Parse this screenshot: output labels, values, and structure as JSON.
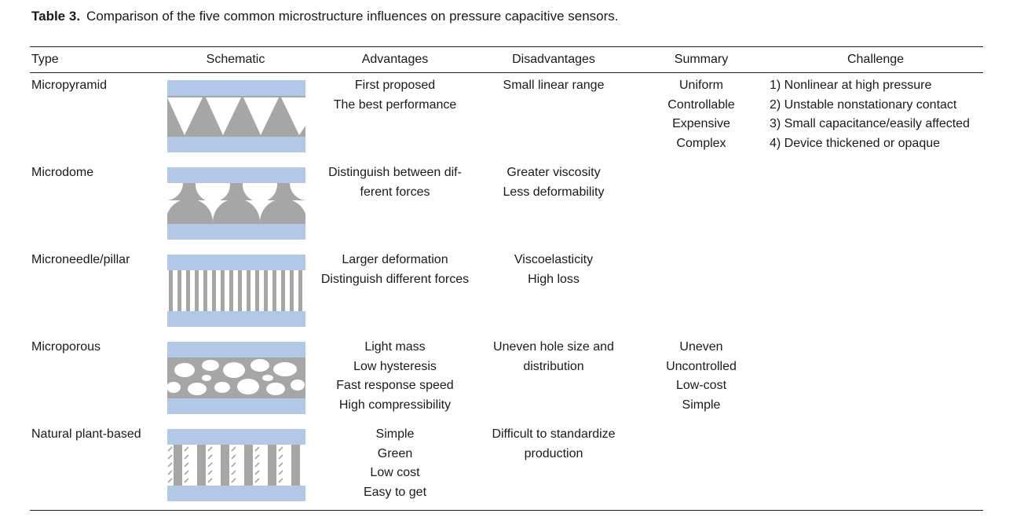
{
  "caption": {
    "label": "Table 3.",
    "text": "Comparison of the five common microstructure influences on pressure capacitive sensors."
  },
  "headers": {
    "type": "Type",
    "schematic": "Schematic",
    "advantages": "Advantages",
    "disadvantages": "Disadvantages",
    "summary": "Summary",
    "challenge": "Challenge"
  },
  "rows": [
    {
      "type": "Micropyramid",
      "schematic_icon": "micropyramid-schematic",
      "advantages": [
        "First proposed",
        "The best performance"
      ],
      "disadvantages": [
        "Small linear range"
      ]
    },
    {
      "type": "Microdome",
      "schematic_icon": "microdome-schematic",
      "advantages": [
        "Distinguish between dif-",
        "ferent forces"
      ],
      "disadvantages": [
        "Greater viscosity",
        "Less deformability"
      ]
    },
    {
      "type": "Microneedle/pillar",
      "schematic_icon": "micropillar-schematic",
      "advantages": [
        "Larger deformation",
        "Distinguish different forces"
      ],
      "disadvantages": [
        "Viscoelasticity",
        "High loss"
      ]
    },
    {
      "type": "Microporous",
      "schematic_icon": "microporous-schematic",
      "advantages": [
        "Light mass",
        "Low hysteresis",
        "Fast response speed",
        "High compressibility"
      ],
      "disadvantages": [
        "Uneven hole size and",
        "distribution"
      ]
    },
    {
      "type": "Natural plant-based",
      "schematic_icon": "plant-based-schematic",
      "advantages": [
        "Simple",
        "Green",
        "Low cost",
        "Easy to get"
      ],
      "disadvantages": [
        "Difficult to standardize",
        "production"
      ]
    }
  ],
  "summary_groups": [
    [
      "Uniform",
      "Controllable",
      "Expensive",
      "Complex"
    ],
    [
      "Uneven",
      "Uncontrolled",
      "Low-cost",
      "Simple"
    ]
  ],
  "challenges": [
    "1) Nonlinear at high pressure",
    "2) Unstable nonstationary contact",
    "3) Small capacitance/easily affected",
    "4) Device thickened or opaque"
  ],
  "colors": {
    "electrode": "#b3c7e6",
    "dielectric": "#a6a6a6",
    "text": "#1a1a1a"
  }
}
